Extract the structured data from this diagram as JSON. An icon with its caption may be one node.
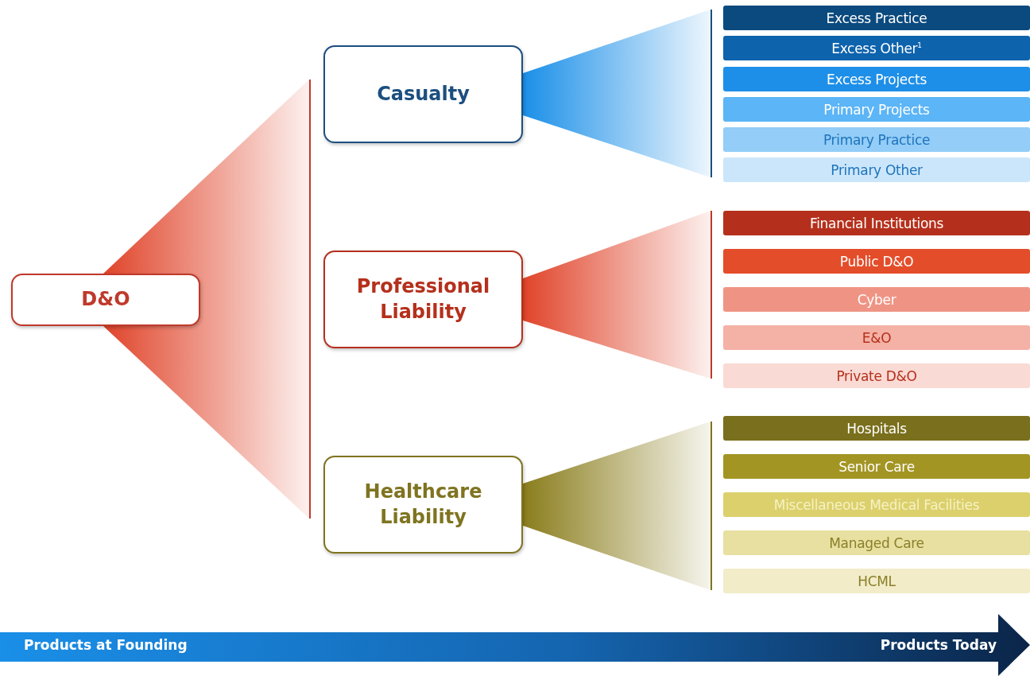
{
  "diagram": {
    "nodes": [
      {
        "text": [
          "D&O"
        ]
      },
      {
        "text": [
          "Casualty"
        ]
      },
      {
        "text": [
          "Professional Liability"
        ]
      },
      {
        "text": [
          "Healthcare Liability"
        ]
      },
      {
        "text": [],
        "shape": "bar"
      },
      {
        "text": [],
        "shape": "bar"
      },
      {
        "text": [],
        "shape": "bar"
      },
      {
        "text": [],
        "shape": "bar"
      },
      {
        "text": [
          "Excess Practice"
        ]
      },
      {
        "text": [
          "Excess Other$^{1}$"
        ]
      },
      {
        "text": [
          "Excess Projects"
        ]
      },
      {
        "text": [
          "Primary Projects"
        ]
      },
      {
        "text": [
          "Primary Practice"
        ]
      },
      {
        "text": [
          "Primary Other"
        ]
      },
      {
        "text": [
          "Financial Institutions"
        ]
      },
      {
        "text": [
          "Public D&O"
        ]
      },
      {
        "text": [
          "Cyber"
        ]
      },
      {
        "text": [
          "E&O"
        ]
      },
      {
        "text": [
          "Private D&O"
        ]
      },
      {
        "text": [
          "Hospitals"
        ]
      },
      {
        "text": [
          "Senior Care"
        ]
      },
      {
        "text": [
          "Miscellaneous Medical Facilities"
        ]
      },
      {
        "text": [
          "Managed Care"
        ]
      },
      {
        "text": [
          "HCML"
        ]
      }
    ],
    "edges": [
      {
        "from": 0,
        "to": 4,
        "arrow": "none",
        "style": "thick",
        "color": "#e0442a"
      },
      {
        "from": 1,
        "to": 5,
        "arrow": "none",
        "style": "thick",
        "color": "#1a8fe8"
      },
      {
        "from": 2,
        "to": 6,
        "arrow": "none",
        "style": "thick",
        "color": "#e0442a"
      },
      {
        "from": 3,
        "to": 7,
        "arrow": "none",
        "style": "thick",
        "color": "#8a7d1c"
      }
    ],
    "labels": [
      "Products at Founding",
      "Products Today"
    ]
  }
}
